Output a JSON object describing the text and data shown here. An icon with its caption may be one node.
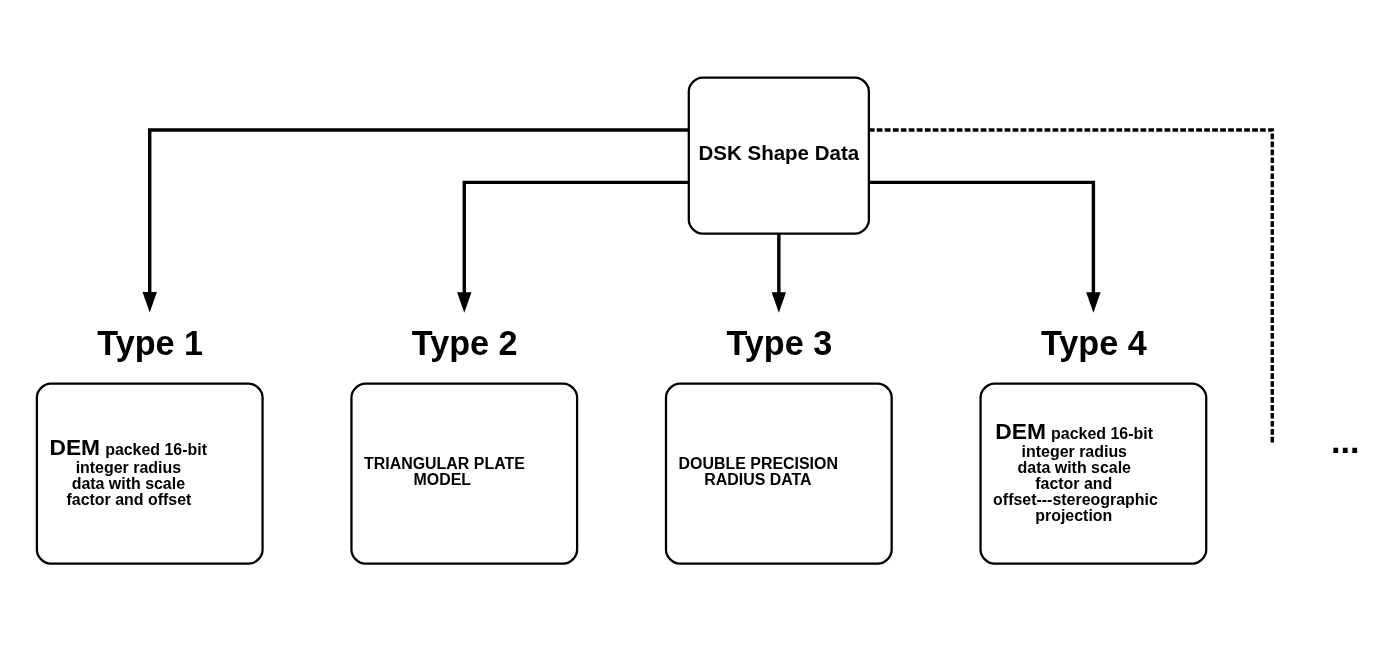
{
  "diagram": {
    "nodes": [
      {
        "text": [
          "DSK Shape Data"
        ]
      },
      {
        "text": [
          "Type 1",
          "**DEM** packed 16-bit integer radius data with scale factor and offset"
        ]
      },
      {
        "text": [
          "Type 2",
          "TRIANGULAR PLATE MODEL"
        ]
      },
      {
        "text": [
          "Type 3",
          "DOUBLE PRECISION RADIUS DATA"
        ]
      },
      {
        "text": [
          "Type 4",
          "**DEM** packed 16-bit integer radius data with scale factor and offset---stereographic projection"
        ]
      }
    ],
    "edges": [
      {
        "from": 0,
        "to": 1,
        "arrow": "to"
      },
      {
        "from": 0,
        "to": 2,
        "arrow": "to"
      },
      {
        "from": 0,
        "to": 3,
        "arrow": "to"
      },
      {
        "from": 0,
        "to": 4,
        "arrow": "to"
      },
      {
        "from": 0,
        "to": null,
        "arrow": "none",
        "style": "dashed"
      }
    ],
    "labels": [
      "..."
    ]
  }
}
